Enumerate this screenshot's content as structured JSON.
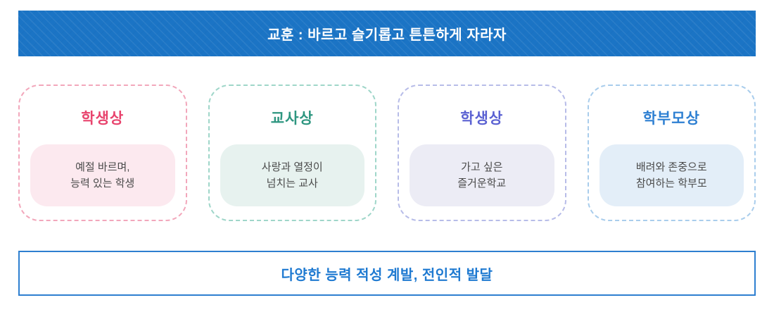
{
  "banner": {
    "text": "교훈 : 바르고 슬기롭고 튼튼하게 자라자",
    "bg_color": "#1b74c5",
    "text_color": "#ffffff"
  },
  "cards": [
    {
      "title": "학생상",
      "line1": "예절 바르며,",
      "line2": "능력 있는 학생",
      "title_color": "#e8436d",
      "border_color": "#f2a7bb",
      "box_bg": "#fce9ef"
    },
    {
      "title": "교사상",
      "line1": "사랑과 열정이",
      "line2": "넘치는 교사",
      "title_color": "#2e9680",
      "border_color": "#9fd6c9",
      "box_bg": "#e7f2ef"
    },
    {
      "title": "학생상",
      "line1": "가고 싶은",
      "line2": "즐거운학교",
      "title_color": "#5a61d2",
      "border_color": "#b7bce8",
      "box_bg": "#ececf5"
    },
    {
      "title": "학부모상",
      "line1": "배려와 존중으로",
      "line2": "참여하는 학부모",
      "title_color": "#2d7fd2",
      "border_color": "#a9cdec",
      "box_bg": "#e3eef8"
    }
  ],
  "footer": {
    "text": "다양한 능력 적성 계발, 전인적 발달",
    "border_color": "#2e7fd0",
    "text_color": "#1f7ad1"
  }
}
